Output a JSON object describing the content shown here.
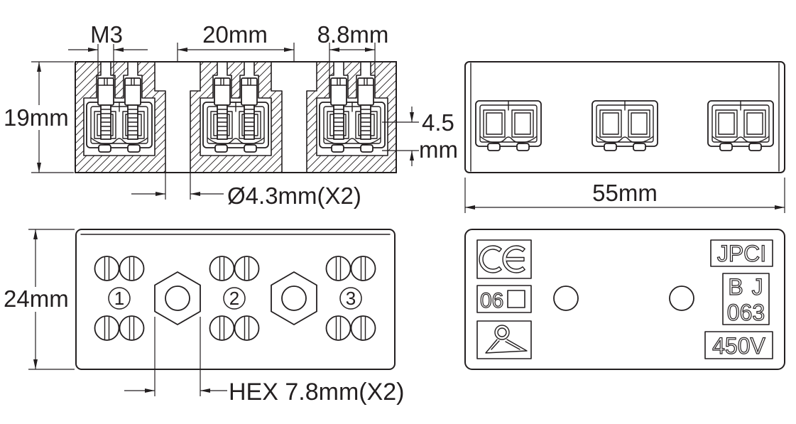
{
  "colors": {
    "line": "#231f20",
    "background": "#ffffff"
  },
  "icons": [
    "slotted-screw-icon",
    "hex-nut-icon",
    "ce-mark-icon",
    "square-icon",
    "approval-logo-icon"
  ],
  "section_view": {
    "screw_label": "M3",
    "pitch_label": "20mm",
    "opening_label": "8.8mm",
    "height_label": "19mm",
    "depth_value": "4.5",
    "depth_unit": "mm",
    "hole_label": "Ø4.3mm(X2)"
  },
  "side_view": {
    "length_label": "55mm"
  },
  "top_view": {
    "width_label": "24mm",
    "hex_label": "HEX 7.8mm(X2)",
    "terminal_numbers": [
      "1",
      "2",
      "3"
    ]
  },
  "bottom_view": {
    "ce_mark": "CE",
    "code": "06",
    "brand": "JPCI",
    "model": [
      "BJ",
      "063"
    ],
    "voltage": "450V"
  }
}
